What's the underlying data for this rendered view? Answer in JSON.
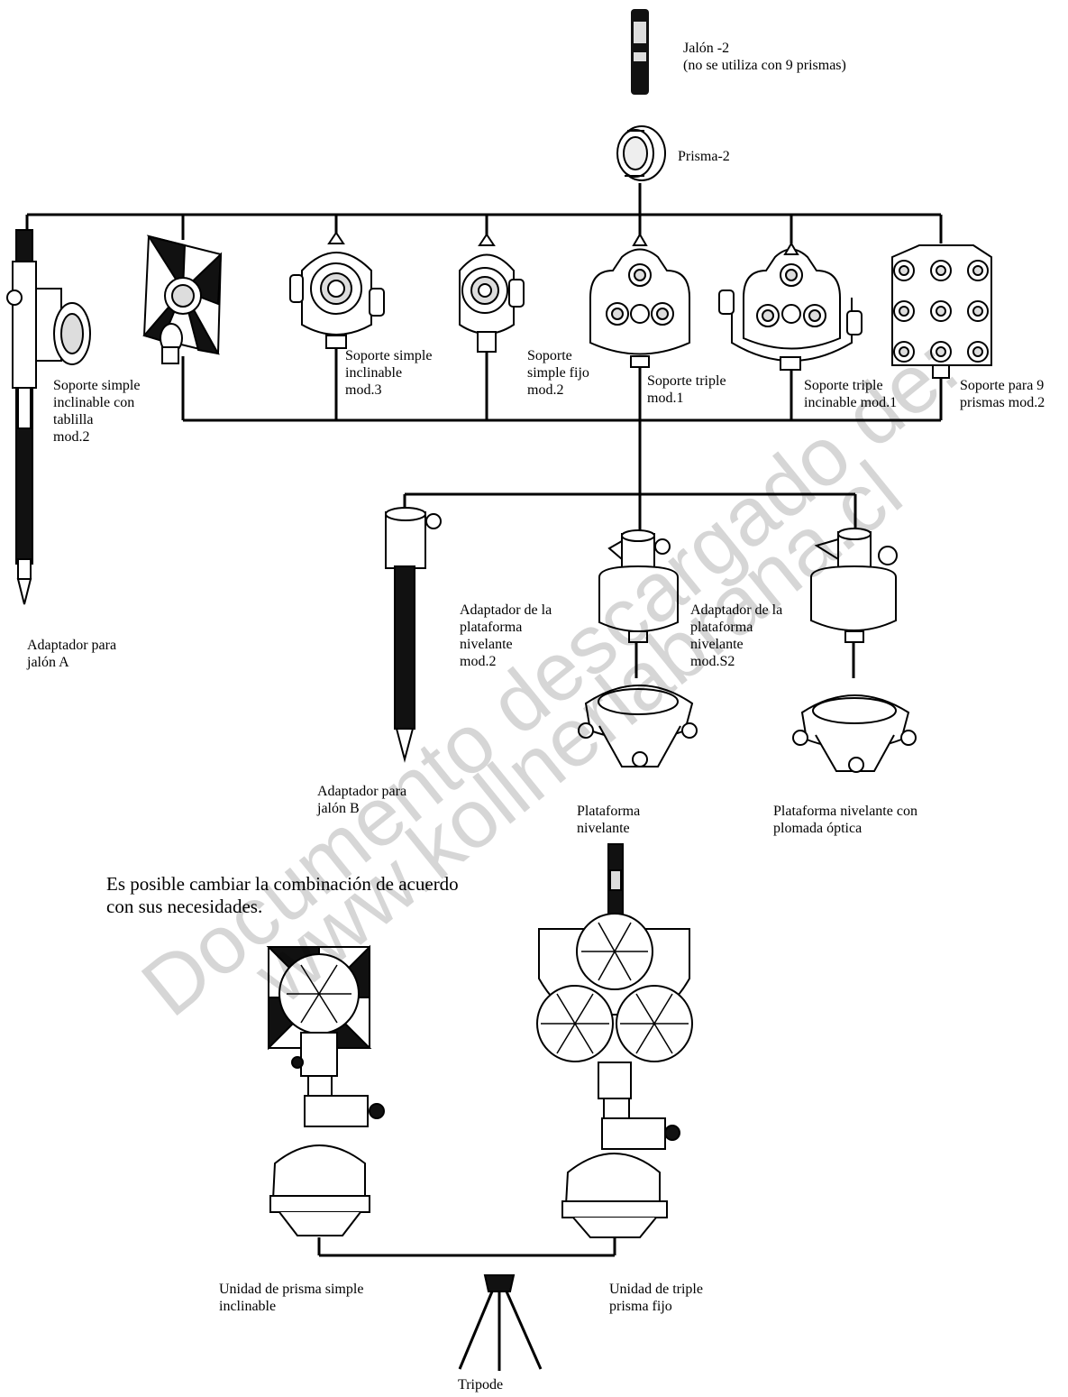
{
  "labels": {
    "jalon2": "Jalón -2\n(no se utiliza con 9 prismas)",
    "prisma2": "Prisma-2",
    "soporte_tablilla": "Soporte simple\ninclinable con\ntablilla\nmod.2",
    "soporte_simple_inclinable": "Soporte simple\ninclinable\nmod.3",
    "soporte_simple_fijo": "Soporte\nsimple fijo\nmod.2",
    "soporte_triple": "Soporte triple\nmod.1",
    "soporte_triple_inclinable": "Soporte triple\nincinable mod.1",
    "soporte_9": "Soporte para 9\nprismas mod.2",
    "adaptador_jalon_a": "Adaptador para\njalón A",
    "adaptador_plataforma_mod2": "Adaptador de la\nplataforma\nnivelante\nmod.2",
    "adaptador_plataforma_s2": "Adaptador de la\nplataforma\nnivelante\nmod.S2",
    "adaptador_jalon_b": "Adaptador para\njalón  B",
    "plataforma_nivelante": "Plataforma\nnivelante",
    "plataforma_plomada": "Plataforma nivelante con\nplomada óptica",
    "nota": "Es posible cambiar la combinación de acuerdo\ncon sus necesidades.",
    "unidad_simple": "Unidad de prisma simple\ninclinable",
    "unidad_triple": "Unidad de triple\nprisma  fijo",
    "tripode": "Tripode"
  },
  "watermark": {
    "line1": "Documento descargado de:",
    "line2": "www.kollnerlabrana.cl"
  }
}
